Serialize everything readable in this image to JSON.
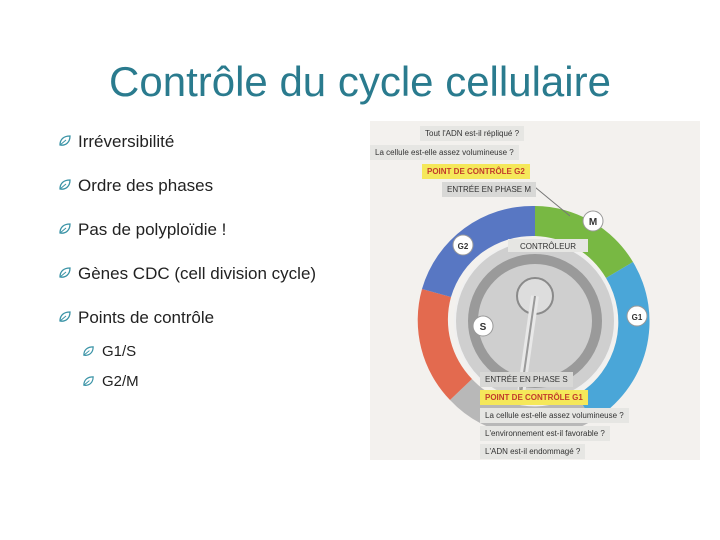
{
  "slide": {
    "title": "Contrôle du cycle cellulaire",
    "bullets": [
      {
        "text": "Irréversibilité"
      },
      {
        "text": "Ordre des phases"
      },
      {
        "text": "Pas de polyploïdie !"
      },
      {
        "text": "Gènes CDC (cell division cycle)"
      },
      {
        "text": "Points de contrôle",
        "subs": [
          "G1/S",
          "G2/M"
        ]
      }
    ],
    "accent_color": "#2a7b8e"
  },
  "figure": {
    "top_questions": [
      "Tout l'ADN est-il répliqué ?",
      "La cellule est-elle assez volumineuse ?"
    ],
    "g2_checkpoint": "POINT DE CONTRÔLE G2",
    "entry_m": "ENTRÉE EN PHASE M",
    "controller": "CONTRÔLEUR",
    "phase_m": "M",
    "phase_g2": "G2",
    "phase_s": "S",
    "phase_g1": "G1",
    "entry_s": "ENTRÉE EN PHASE S",
    "g1_checkpoint": "POINT DE CONTRÔLE G1",
    "bottom_questions": [
      "La cellule est-elle assez volumineuse ?",
      "L'environnement est-il favorable ?",
      "L'ADN est-il endommagé ?"
    ]
  }
}
